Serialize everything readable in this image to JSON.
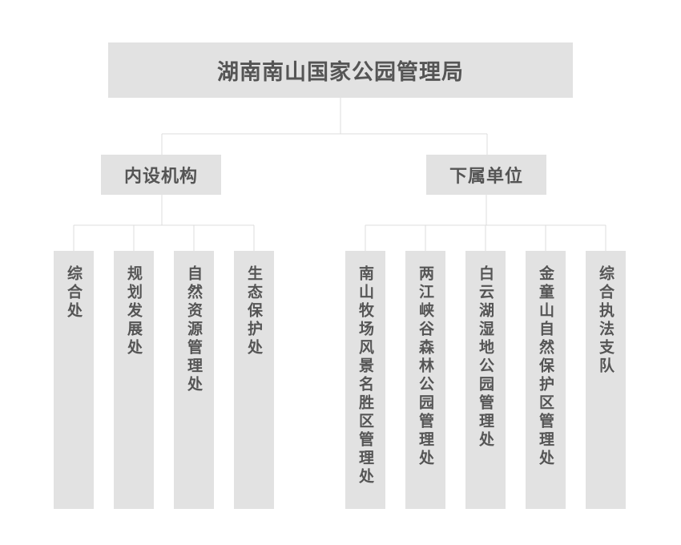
{
  "root": {
    "title": "湖南南山国家公园管理局"
  },
  "branches": [
    {
      "title": "内设机构",
      "children": [
        "综合处",
        "规划发展处",
        "自然资源管理处",
        "生态保护处"
      ]
    },
    {
      "title": "下属单位",
      "children": [
        "南山牧场风景名胜区管理处",
        "两江峡谷森林公园管理处",
        "白云湖湿地公园管理处",
        "金童山自然保护区管理处",
        "综合执法支队"
      ]
    }
  ]
}
